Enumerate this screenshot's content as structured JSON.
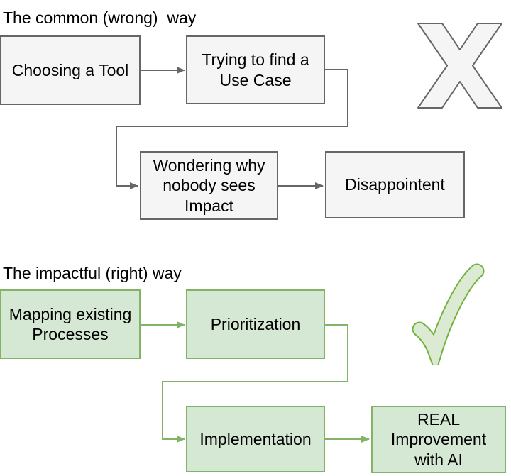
{
  "colors": {
    "background": "#ffffff",
    "text": "#000000",
    "wrong_fill": "#f5f5f5",
    "wrong_stroke": "#666666",
    "right_fill": "#d5e8d4",
    "right_stroke": "#82b366",
    "check_fill": "#dcead3",
    "check_stroke": "#72b33e"
  },
  "wrong_way": {
    "title": "The common (wrong)  way",
    "icon": "x-mark",
    "steps": [
      {
        "lines": [
          "Choosing a Tool"
        ]
      },
      {
        "lines": [
          "Trying to find a",
          "Use Case"
        ]
      },
      {
        "lines": [
          "Wondering why",
          "nobody sees",
          "Impact"
        ]
      },
      {
        "lines": [
          "Disappointent"
        ]
      }
    ]
  },
  "right_way": {
    "title": "The impactful (right) way",
    "icon": "checkmark",
    "steps": [
      {
        "lines": [
          "Mapping existing",
          "Processes"
        ]
      },
      {
        "lines": [
          "Prioritization"
        ]
      },
      {
        "lines": [
          "Implementation"
        ]
      },
      {
        "lines": [
          "REAL",
          "Improvement",
          "with AI"
        ]
      }
    ]
  }
}
